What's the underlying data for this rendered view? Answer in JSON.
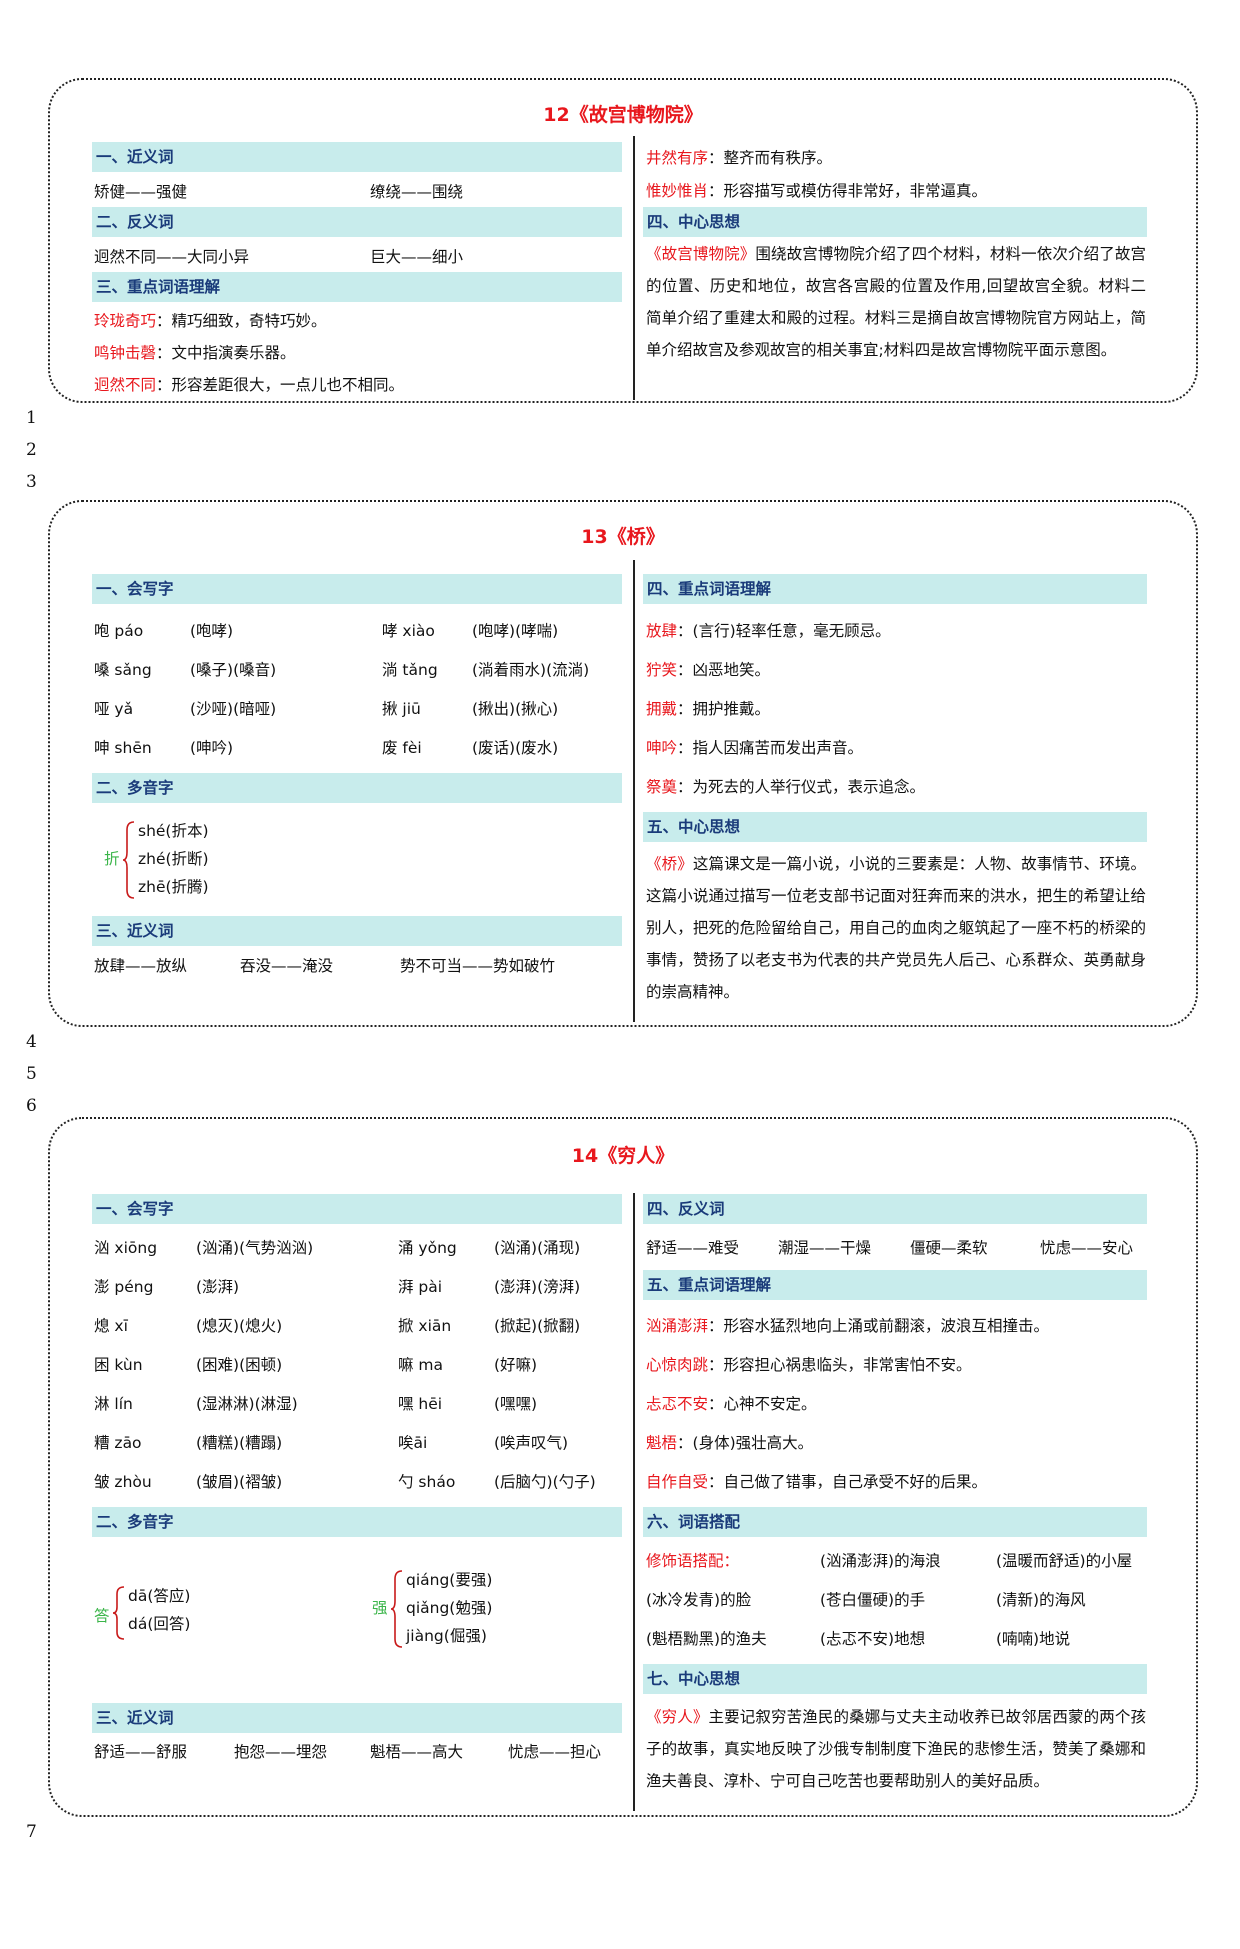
{
  "line_numbers": [
    "1",
    "2",
    "3",
    "4",
    "5",
    "6",
    "7"
  ],
  "lesson12": {
    "title": "12《故宫博物院》",
    "left": {
      "sec1": "一、近义词",
      "syn": [
        "矫健——强健",
        "缭绕——围绕"
      ],
      "sec2": "二、反义词",
      "ant": [
        "迥然不同——大同小异",
        "巨大——细小"
      ],
      "sec3": "三、重点词语理解",
      "defs": [
        {
          "word": "玲珑奇巧",
          "text": "：精巧细致，奇特巧妙。"
        },
        {
          "word": "鸣钟击磬",
          "text": "：文中指演奏乐器。"
        },
        {
          "word": "迥然不同",
          "text": "：形容差距很大，一点儿也不相同。"
        }
      ]
    },
    "right": {
      "defs": [
        {
          "word": "井然有序",
          "text": "：整齐而有秩序。"
        },
        {
          "word": "惟妙惟肖",
          "text": "：形容描写或模仿得非常好，非常逼真。"
        }
      ],
      "sec4": "四、中心思想",
      "summary_title": "《故宫博物院》",
      "summary": "围绕故宫博物院介绍了四个材料，材料一依次介绍了故宫的位置、历史和地位，故宫各宫殿的位置及作用,回望故宫全貌。材料二简单介绍了重建太和殿的过程。材料三是摘自故宫博物院官方网站上，简单介绍故宫及参观故宫的相关事宜;材料四是故宫博物院平面示意图。"
    }
  },
  "lesson13": {
    "title": "13《桥》",
    "left": {
      "sec1": "一、会写字",
      "chars": [
        {
          "c": "咆 páo",
          "w": "(咆哮)",
          "c2": "哮 xiào",
          "w2": "(咆哮)(哮喘)"
        },
        {
          "c": "嗓 sǎng",
          "w": "(嗓子)(嗓音)",
          "c2": "淌 tǎng",
          "w2": "(淌着雨水)(流淌)"
        },
        {
          "c": "哑 yǎ",
          "w": "(沙哑)(暗哑)",
          "c2": "揪 jiū",
          "w2": "(揪出)(揪心)"
        },
        {
          "c": "呻 shēn",
          "w": "(呻吟)",
          "c2": "废 fèi",
          "w2": "(废话)(废水)"
        }
      ],
      "sec2": "二、多音字",
      "poly": {
        "char": "折",
        "readings": [
          "shé(折本)",
          "zhé(折断)",
          "zhē(折腾)"
        ]
      },
      "sec3": "三、近义词",
      "syn": [
        "放肆——放纵",
        "吞没——淹没",
        "势不可当——势如破竹"
      ]
    },
    "right": {
      "sec4": "四、重点词语理解",
      "defs": [
        {
          "word": "放肆",
          "text": "：(言行)轻率任意，毫无顾忌。"
        },
        {
          "word": "狞笑",
          "text": "：凶恶地笑。"
        },
        {
          "word": "拥戴",
          "text": "：拥护推戴。"
        },
        {
          "word": "呻吟",
          "text": "：指人因痛苦而发出声音。"
        },
        {
          "word": "祭奠",
          "text": "：为死去的人举行仪式，表示追念。"
        }
      ],
      "sec5": "五、中心思想",
      "summary_title": "《桥》",
      "summary": "这篇课文是一篇小说，小说的三要素是：人物、故事情节、环境。这篇小说通过描写一位老支部书记面对狂奔而来的洪水，把生的希望让给别人，把死的危险留给自己，用自己的血肉之躯筑起了一座不朽的桥梁的事情，赞扬了以老支书为代表的共产党员先人后己、心系群众、英勇献身的崇高精神。"
    }
  },
  "lesson14": {
    "title": "14《穷人》",
    "left": {
      "sec1": "一、会写字",
      "chars": [
        {
          "c": "汹 xiōng",
          "w": "(汹涌)(气势汹汹)",
          "c2": "涌 yǒng",
          "w2": "(汹涌)(涌现)"
        },
        {
          "c": "澎 péng",
          "w": "(澎湃)",
          "c2": "湃 pài",
          "w2": "(澎湃)(滂湃)"
        },
        {
          "c": "熄 xī",
          "w": "(熄灭)(熄火)",
          "c2": "掀 xiān",
          "w2": "(掀起)(掀翻)"
        },
        {
          "c": "困 kùn",
          "w": "(困难)(困顿)",
          "c2": "嘛 ma",
          "w2": "(好嘛)"
        },
        {
          "c": "淋 lín",
          "w": "(湿淋淋)(淋湿)",
          "c2": "嘿 hēi",
          "w2": "(嘿嘿)"
        },
        {
          "c": "糟 zāo",
          "w": "(糟糕)(糟蹋)",
          "c2": "唉āi",
          "w2": "(唉声叹气)"
        },
        {
          "c": "皱 zhòu",
          "w": "(皱眉)(褶皱)",
          "c2": "勺 sháo",
          "w2": "(后脑勺)(勺子)"
        }
      ],
      "sec2": "二、多音字",
      "poly1": {
        "char": "答",
        "readings": [
          "dā(答应)",
          "dá(回答)"
        ]
      },
      "poly2": {
        "char": "强",
        "readings": [
          "qiáng(要强)",
          "qiǎng(勉强)",
          "jiàng(倔强)"
        ]
      },
      "sec3": "三、近义词",
      "syn": [
        "舒适——舒服",
        "抱怨——埋怨",
        "魁梧——高大",
        "忧虑——担心"
      ]
    },
    "right": {
      "sec4": "四、反义词",
      "ant": [
        "舒适——难受",
        "潮湿——干燥",
        "僵硬—柔软",
        "忧虑——安心"
      ],
      "sec5": "五、重点词语理解",
      "defs": [
        {
          "word": "汹涌澎湃",
          "text": "：形容水猛烈地向上涌或前翻滚，波浪互相撞击。"
        },
        {
          "word": "心惊肉跳",
          "text": "：形容担心祸患临头，非常害怕不安。"
        },
        {
          "word": "忐忑不安",
          "text": "：心神不安定。"
        },
        {
          "word": "魁梧",
          "text": "：(身体)强壮高大。"
        },
        {
          "word": "自作自受",
          "text": "：自己做了错事，自己承受不好的后果。"
        }
      ],
      "sec6": "六、词语搭配",
      "collocation_label": "修饰语搭配：",
      "collocations": [
        [
          "",
          "(汹涌澎湃)的海浪",
          "(温暖而舒适)的小屋"
        ],
        [
          "(冰冷发青)的脸",
          "(苍白僵硬)的手",
          "(清新)的海风"
        ],
        [
          "(魁梧黝黑)的渔夫",
          "(忐忑不安)地想",
          "(喃喃)地说"
        ]
      ],
      "sec7": "七、中心思想",
      "summary_title": "《穷人》",
      "summary": "主要记叙穷苦渔民的桑娜与丈夫主动收养已故邻居西蒙的两个孩子的故事，真实地反映了沙俄专制制度下渔民的悲惨生活，赞美了桑娜和渔夫善良、淳朴、宁可自己吃苦也要帮助别人的美好品质。"
    }
  }
}
